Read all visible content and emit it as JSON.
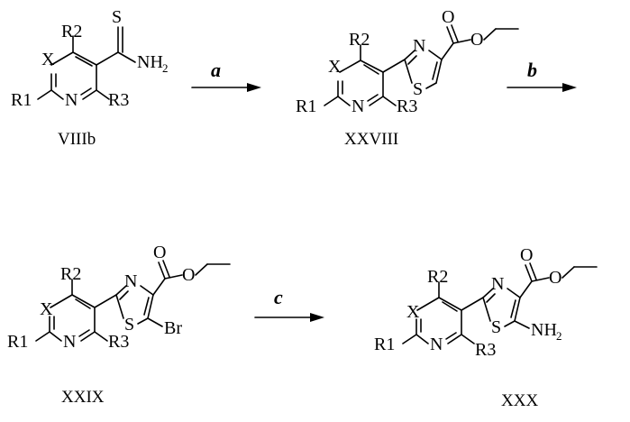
{
  "atoms": {
    "S": "S",
    "N": "N",
    "NH": "NH",
    "X": "X",
    "O": "O",
    "Br": "Br",
    "R1": "R1",
    "R2": "R2",
    "R3": "R3",
    "sub2": "2"
  },
  "compounds": {
    "c1": "VIIIb",
    "c2": "XXVIII",
    "c3": "XXIX",
    "c4": "XXX"
  },
  "conditions": {
    "a": "a",
    "b": "b",
    "c": "c"
  }
}
